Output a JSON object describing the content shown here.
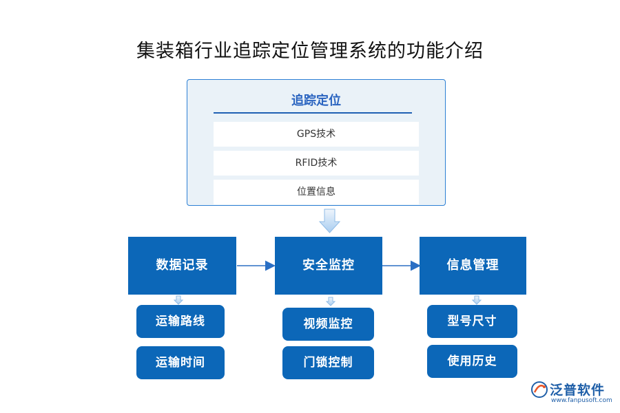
{
  "title": "集装箱行业追踪定位管理系统的功能介绍",
  "tracking": {
    "header": "追踪定位",
    "items": [
      "GPS技术",
      "RFID技术",
      "位置信息"
    ]
  },
  "modules": [
    {
      "label": "数据记录",
      "subs": [
        "运输路线",
        "运输时间"
      ]
    },
    {
      "label": "安全监控",
      "subs": [
        "视频监控",
        "门锁控制"
      ]
    },
    {
      "label": "信息管理",
      "subs": [
        "型号尺寸",
        "使用历史"
      ]
    }
  ],
  "brand": {
    "name": "泛普软件",
    "url": "www.fanpusoft.com",
    "icon": "fanpu-logo-icon"
  },
  "colors": {
    "primary": "#0c67b8",
    "panel_bg": "#eaf2f8",
    "panel_border": "#2b7fd4",
    "arrow": "#2a6fc4"
  }
}
